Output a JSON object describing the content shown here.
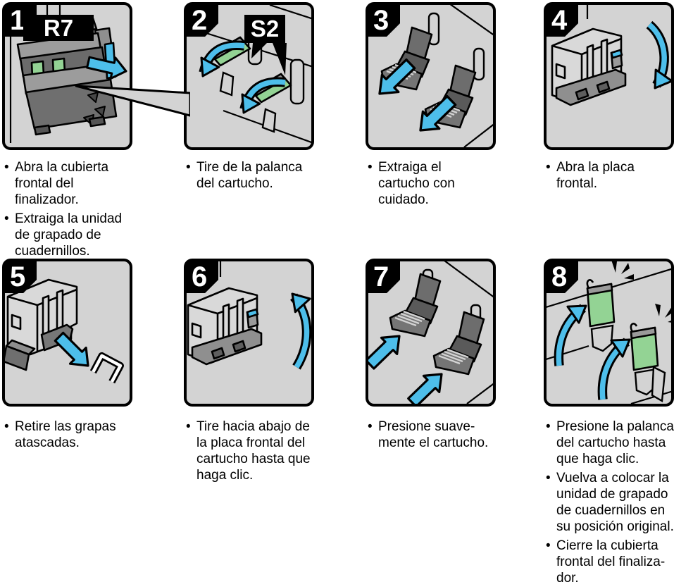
{
  "bullet_char": "•",
  "colors": {
    "panel_bg": "#d3d3d3",
    "arrow_blue": "#4dbeea",
    "lever_green": "#93d394",
    "cartridge_dark": "#6d6d6d",
    "badge_bg": "#000000",
    "badge_text": "#ffffff"
  },
  "panels": [
    {
      "number": "1",
      "badge_label": "R7",
      "bullets": [
        "Abra la cubierta\nfrontal del\nfinalizador.",
        "Extraiga la unidad\nde grapado de\ncuadernillos."
      ]
    },
    {
      "number": "2",
      "badge_label": "S2",
      "bullets": [
        "Tire de la palanca\ndel cartucho."
      ]
    },
    {
      "number": "3",
      "bullets": [
        "Extraiga el\ncartucho con\ncuidado."
      ]
    },
    {
      "number": "4",
      "bullets": [
        "Abra la placa\nfrontal."
      ]
    },
    {
      "number": "5",
      "bullets": [
        "Retire las grapas\natascadas."
      ]
    },
    {
      "number": "6",
      "bullets": [
        "Tire hacia abajo de\nla placa frontal del\ncartucho hasta que\nhaga clic."
      ]
    },
    {
      "number": "7",
      "bullets": [
        "Presione suave-\nmente el cartucho."
      ]
    },
    {
      "number": "8",
      "bullets": [
        "Presione la palanca\ndel cartucho hasta\nque haga clic.",
        "Vuelva a colocar la\nunidad de grapado\nde cuadernillos en\nsu posición original.",
        "Cierre la cubierta\nfrontal del finaliza-\ndor."
      ]
    }
  ]
}
